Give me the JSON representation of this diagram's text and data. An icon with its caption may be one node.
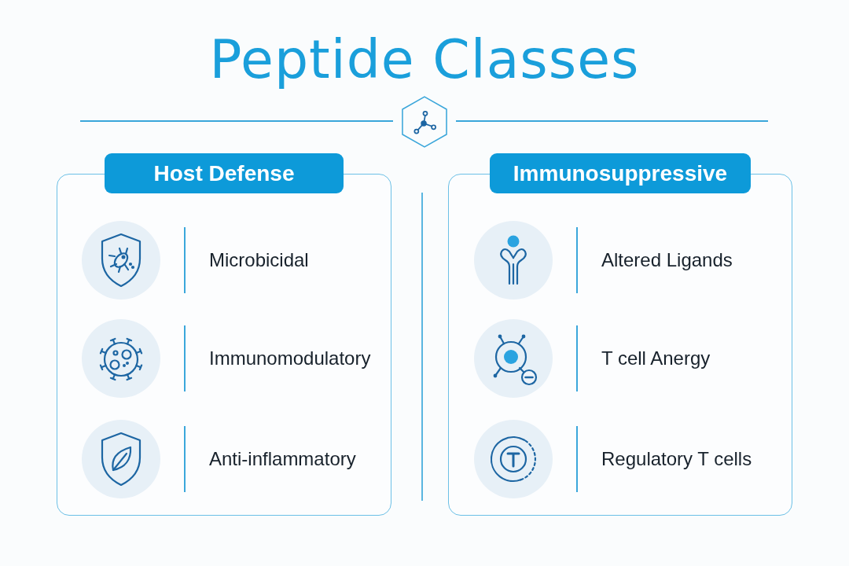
{
  "diagram": {
    "title": "Peptide Classes",
    "nodes": [
      {
        "text": [
          "Host Defense"
        ]
      },
      {
        "text": [
          "Microbicidal"
        ],
        "in": 0
      },
      {
        "text": [
          "Immunomodulatory"
        ],
        "in": 0
      },
      {
        "text": [
          "Anti-inflammatory"
        ],
        "in": 0
      },
      {
        "text": [
          "Immunosuppressive"
        ]
      },
      {
        "text": [
          "Altered Ligands"
        ],
        "in": 4
      },
      {
        "text": [
          "T cell Anergy"
        ],
        "in": 4
      },
      {
        "text": [
          "Regulatory T cells"
        ],
        "in": 4
      }
    ]
  }
}
